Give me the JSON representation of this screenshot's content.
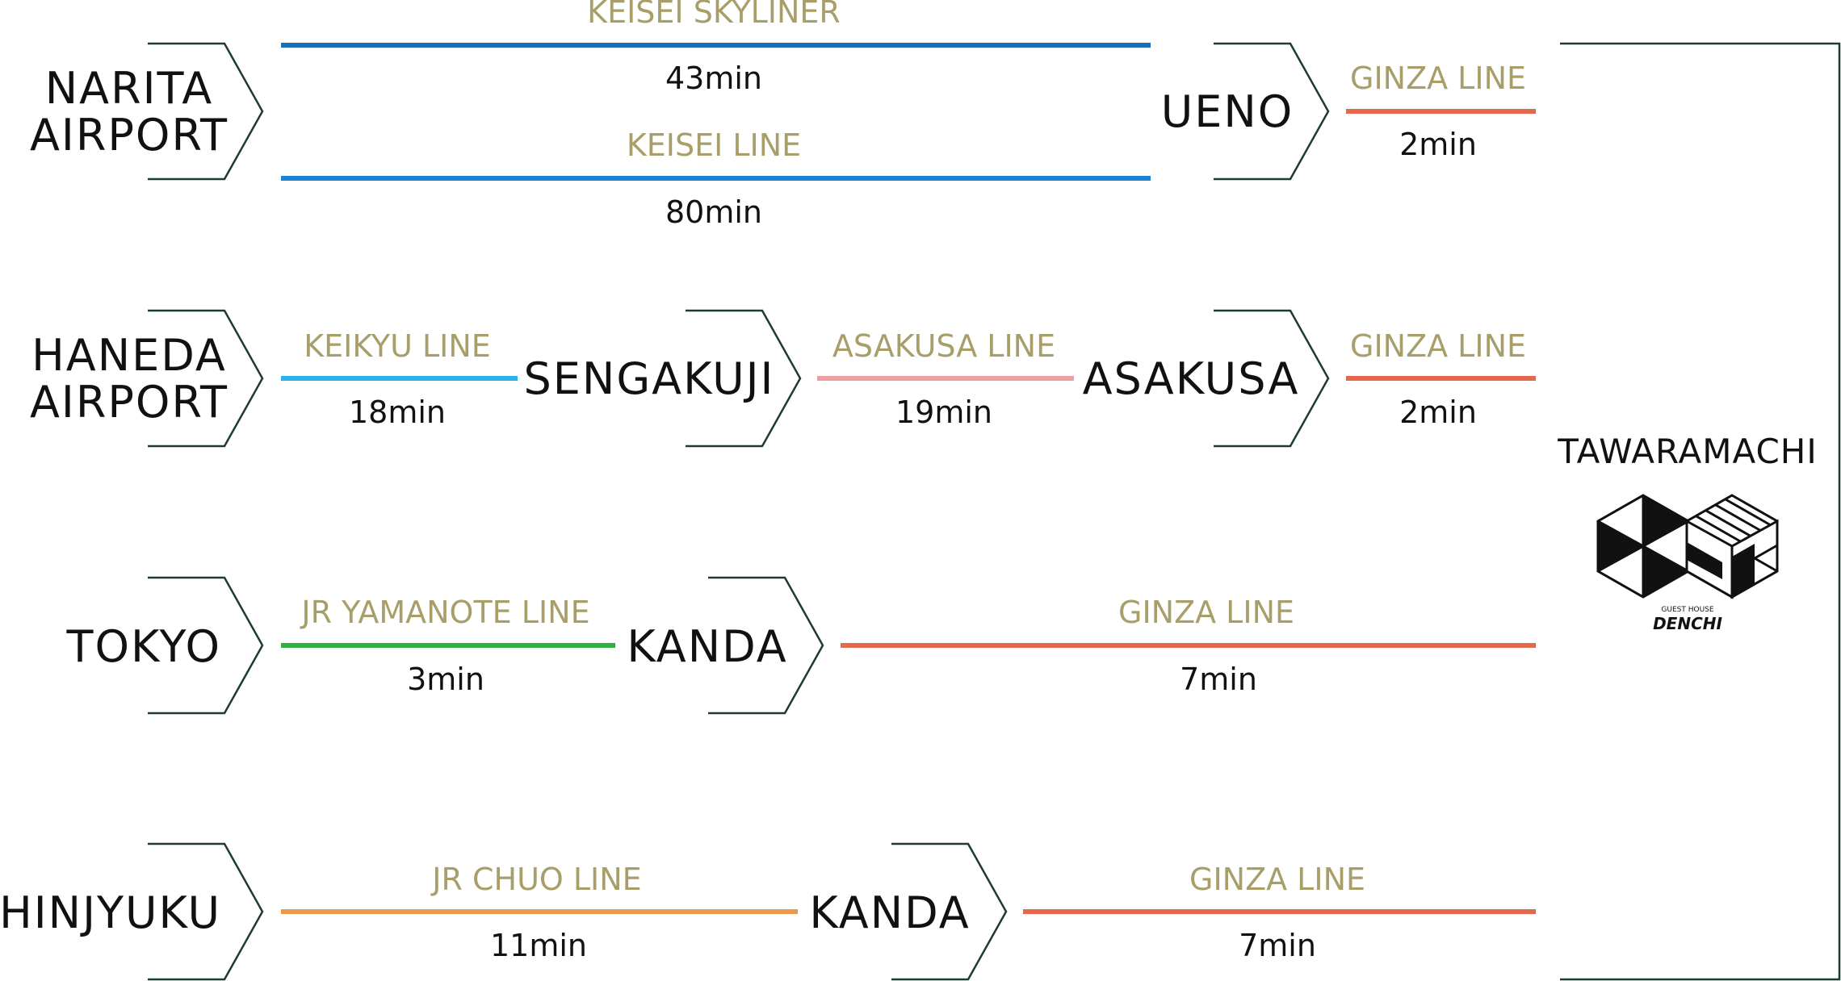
{
  "colors": {
    "keisei_skyliner": "#1a6fb5",
    "keisei_line": "#1a83d6",
    "ginza_line": "#e4694a",
    "keikyu_line": "#29b2e8",
    "asakusa_line": "#ef9ea4",
    "jr_yamanote_line": "#30b040",
    "jr_chuo_line": "#e89a50",
    "line_label": "#a89e6a",
    "outline": "#1e3b30"
  },
  "routes": {
    "narita": {
      "origin_line1": "NARITA",
      "origin_line2": "AIRPORT",
      "seg1_label": "KEISEI SKYLINER",
      "seg1_time": "43min",
      "seg2_label": "KEISEI LINE",
      "seg2_time": "80min",
      "transfer": "UENO",
      "final_label": "GINZA LINE",
      "final_time": "2min"
    },
    "haneda": {
      "origin_line1": "HANEDA",
      "origin_line2": "AIRPORT",
      "seg1_label": "KEIKYU LINE",
      "seg1_time": "18min",
      "transfer1": "SENGAKUJI",
      "seg2_label": "ASAKUSA LINE",
      "seg2_time": "19min",
      "transfer2": "ASAKUSA",
      "final_label": "GINZA LINE",
      "final_time": "2min"
    },
    "tokyo": {
      "origin": "TOKYO",
      "seg1_label": "JR YAMANOTE LINE",
      "seg1_time": "3min",
      "transfer": "KANDA",
      "final_label": "GINZA LINE",
      "final_time": "7min"
    },
    "shinjyuku": {
      "origin": "SHINJYUKU",
      "seg1_label": "JR CHUO LINE",
      "seg1_time": "11min",
      "transfer": "KANDA",
      "final_label": "GINZA LINE",
      "final_time": "7min"
    }
  },
  "destination": {
    "name": "TAWARAMACHI",
    "logo_small": "GUEST HOUSE",
    "logo_big": "DENCHI",
    "logo_icon": "denchi-cube-logo-icon"
  }
}
